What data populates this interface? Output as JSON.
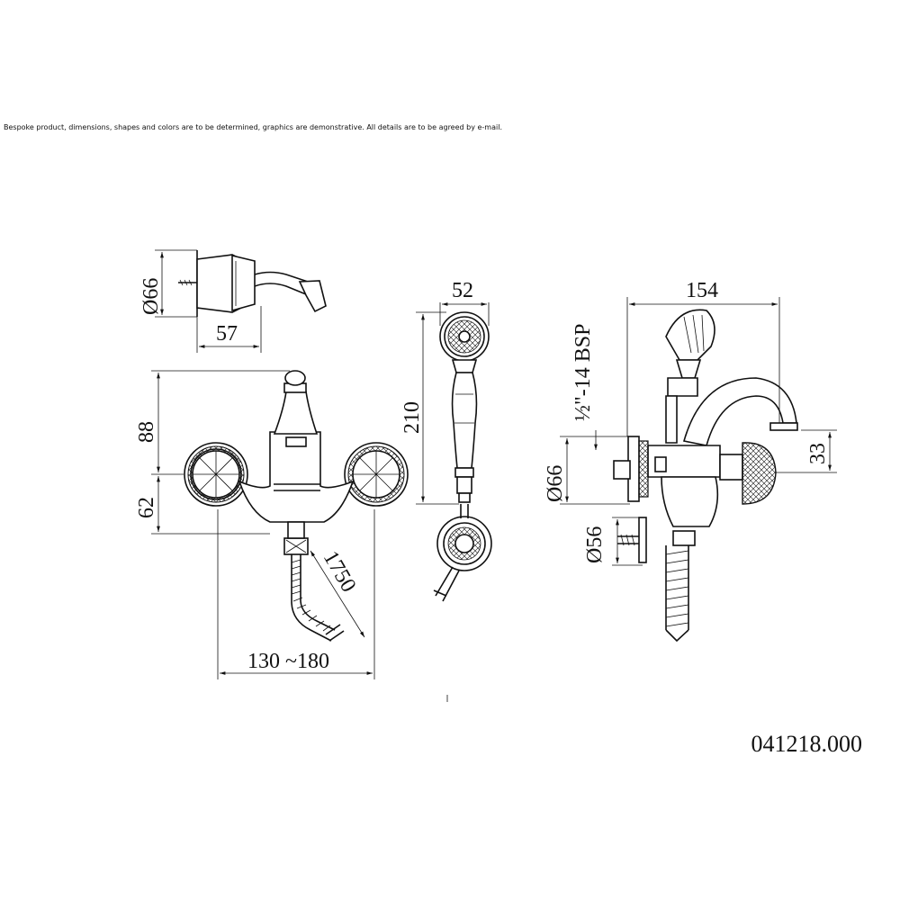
{
  "notice": "Bespoke product, dimensions, shapes and colors are to be determined, graphics are demonstrative. All details are to be agreed by e-mail.",
  "product_code": "041218.000",
  "dimensions": {
    "holder_diameter": "Ø66",
    "holder_depth": "57",
    "height_upper": "88",
    "height_lower": "62",
    "hose_length": "1750",
    "centers": "130 ~180",
    "handshower_width": "52",
    "handshower_length": "210",
    "thread": "½\"-14 BSP",
    "spout_reach": "154",
    "flange_diameter": "Ø66",
    "spout_height": "33",
    "elbow_diameter": "Ø56"
  }
}
